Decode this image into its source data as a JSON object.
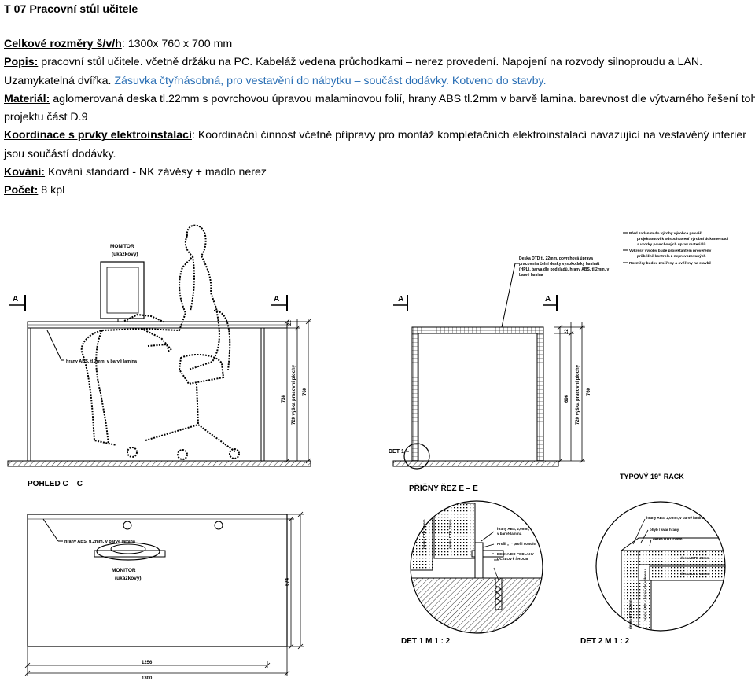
{
  "document": {
    "title": "T 07 Pracovní stůl učitele",
    "rows": {
      "dims": {
        "label": "Celkové rozměry š/v/h",
        "sep": ": ",
        "text": "1300x 760 x 700 mm"
      },
      "popis": {
        "label": "Popis:",
        "text": " pracovní stůl učitele. včetně držáku na PC. Kabeláž vedena průchodkami – nerez provedení. Napojení na rozvody silnoproudu a LAN."
      },
      "popis2": {
        "a": "Uzamykatelná dvířka.",
        "b": " Zásuvka čtyřnásobná, pro vestavění do nábytku – součást dodávky.",
        "c": " Kotveno do stavby."
      },
      "material": {
        "label": "Materiál:",
        "text": " aglomerovaná deska tl.22mm s povrchovou úpravou malaminovou folií, hrany ABS tl.2mm v barvě lamina. barevnost dle výtvarného řešení tohoto",
        "cont": "projektu část D.9"
      },
      "koord": {
        "label": "Koordinace s prvky elektroinstalací",
        "text": ": Koordinační činnost včetně přípravy pro montáž kompletačních elektroinstalací navazující na vestavěný interier",
        "cont": "jsou součástí dodávky."
      },
      "kovani": {
        "label": "Kování:",
        "text": " Kování standard - NK závěsy + madlo nerez"
      },
      "pocet": {
        "label": "Počet:",
        "text": " 8 kpl"
      }
    }
  },
  "drawing": {
    "section_marker": "A",
    "view_c": "POHLED C – C",
    "view_e": "PŘÍČNÝ ŘEZ E – E",
    "rack": "TYPOVÝ 19\" RACK",
    "monitor": "MONITOR",
    "monitor_sub": "(ukázkový)",
    "edge_note": "hrany ABS, tl.2mm, v barvě lamina",
    "dim_22": "22",
    "dim_738": "738",
    "dim_720": "720 výška pracovní plochy",
    "dim_760": "760",
    "dim_696": "696",
    "dim_674": "674",
    "dim_1256": "1256",
    "dim_1300": "1300",
    "det1_marker": "DET 1",
    "det1_label": "DET 1   M 1 : 2",
    "det2_label": "DET 2   M 1 : 2",
    "board_note": "Deska DTD tl. 22mm, povrchová úprava",
    "board_note2": "pracovní a čelní desky vysokotlaký laminát",
    "board_note3": "(HPL), barva dle podkladů, hrany ABS, tl.2mm, v",
    "board_note4": "barvě lamina",
    "notes_right": [
      "Před zadáním do výroby výrobce prověří",
      "projektantovi k odsouhlasení výrobní dokumentaci",
      "a vzorky povrchových úprav materiálů",
      "Výkresy výroby bude projektantem prověřeny",
      "průběžně kontrola z neprovozovaných",
      "Rozměry budou změřeny a ověřeny na stavbě"
    ],
    "det1_notes": [
      "hrany ABS, 2,0mm,",
      "v barvě lamina",
      "Rektifikace nohy",
      "Profil „T“ profil 50/50/5",
      "DESKA DO PODLAHY",
      "OCELOVÝ ŠROUB"
    ],
    "det2_notes": [
      "hrany ABS, 2,0mm, v barvě lamina",
      "ohyb / svar hrany",
      "deska DTD 22mm",
      "deska DTD 22mm",
      "deska DTD 22mm",
      "hrany ABS v barvě dle výkresu"
    ],
    "det_board": "deska DTD 22mm"
  }
}
